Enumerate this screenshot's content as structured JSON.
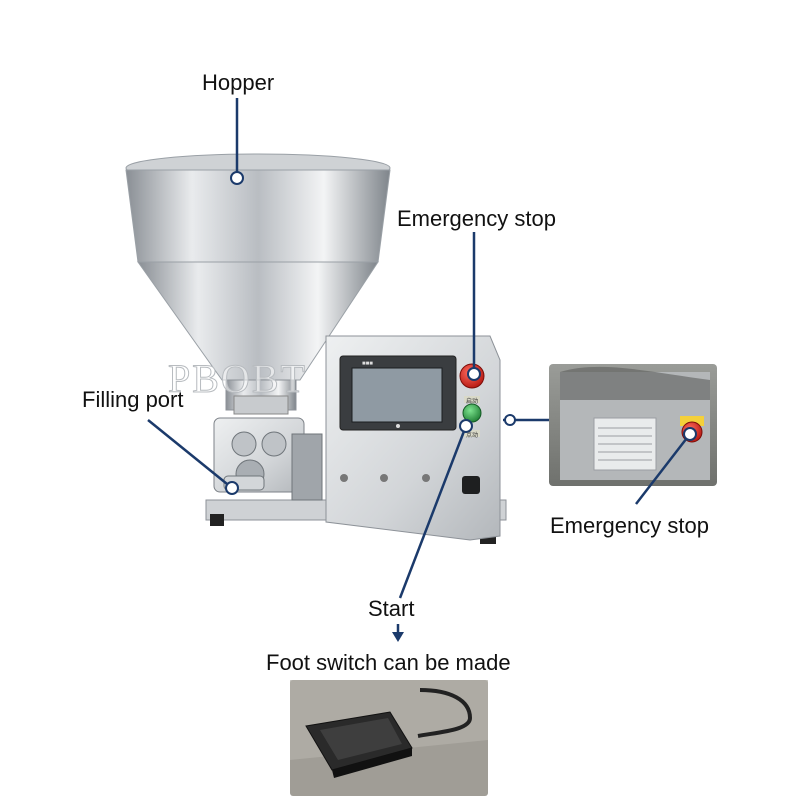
{
  "watermark": "PBOBT",
  "callouts": {
    "hopper": "Hopper",
    "emergency_stop_front": "Emergency stop",
    "filling_port": "Filling port",
    "emergency_stop_side": "Emergency stop",
    "start": "Start",
    "foot_switch": "Foot switch can be made"
  },
  "panel": {
    "top_badge": "■■■",
    "green_button_tag": "启动",
    "lower_tag": "点动"
  },
  "colors": {
    "callout_line": "#1b3a6b",
    "emergency_red": "#d8261e",
    "start_green": "#2fa84a",
    "steel_light": "#e4e6e8",
    "steel_dark": "#8e949a"
  }
}
